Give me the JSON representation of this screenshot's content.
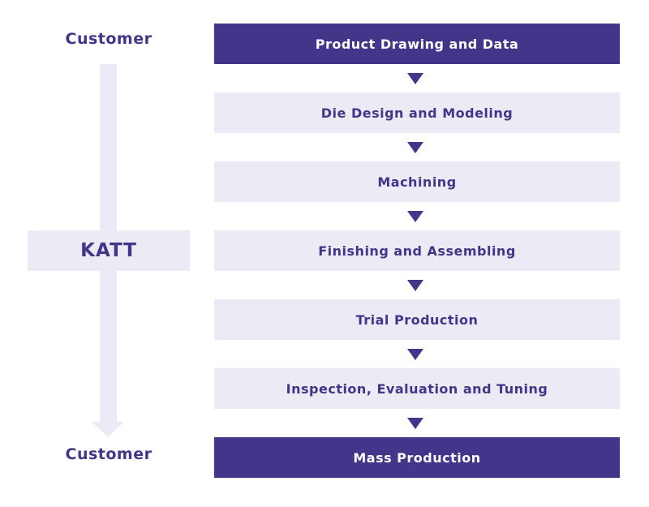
{
  "side": {
    "top_label": "Customer",
    "middle_label": "KATT",
    "bottom_label": "Customer"
  },
  "steps": [
    {
      "label": "Product Drawing and Data",
      "style": "highlight"
    },
    {
      "label": "Die Design and Modeling",
      "style": "normal"
    },
    {
      "label": "Machining",
      "style": "normal"
    },
    {
      "label": "Finishing and Assembling",
      "style": "normal"
    },
    {
      "label": "Trial Production",
      "style": "normal"
    },
    {
      "label": "Inspection, Evaluation and Tuning",
      "style": "normal"
    },
    {
      "label": "Mass Production",
      "style": "highlight"
    }
  ],
  "colors": {
    "primary": "#43358a",
    "light": "#eceaf5"
  }
}
